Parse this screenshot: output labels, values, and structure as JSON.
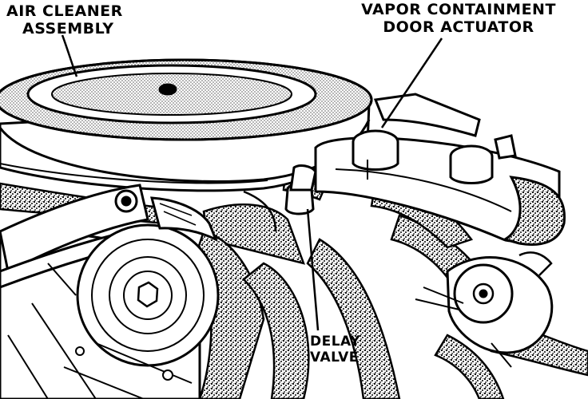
{
  "labels": {
    "air_cleaner": [
      "AIR CLEANER",
      "ASSEMBLY"
    ],
    "vapor_actuator": [
      "VAPOR CONTAINMENT",
      "DOOR ACTUATOR"
    ],
    "delay_valve": [
      "DELAY",
      "VALVE"
    ]
  },
  "colors": {
    "ink": "#000000",
    "paper": "#ffffff",
    "stipple": "#7a7a7a"
  }
}
